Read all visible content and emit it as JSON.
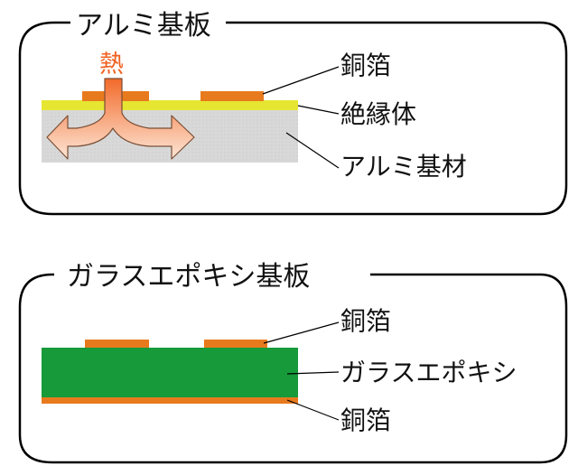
{
  "aluminum_panel": {
    "title": "アルミ基板",
    "heat_label": "熱",
    "copper_label": "銅箔",
    "insulator_label": "絶縁体",
    "base_label": "アルミ基材"
  },
  "glass_epoxy_panel": {
    "title": "ガラスエポキシ基板",
    "copper_top_label": "銅箔",
    "core_label": "ガラスエポキシ",
    "copper_bottom_label": "銅箔"
  },
  "colors": {
    "copper": "#E87A1E",
    "insulator": "#E6E632",
    "aluminum": "#D9D9D9",
    "glass_epoxy": "#169A3A",
    "heat_text": "#F06020",
    "frame": "#000000"
  }
}
